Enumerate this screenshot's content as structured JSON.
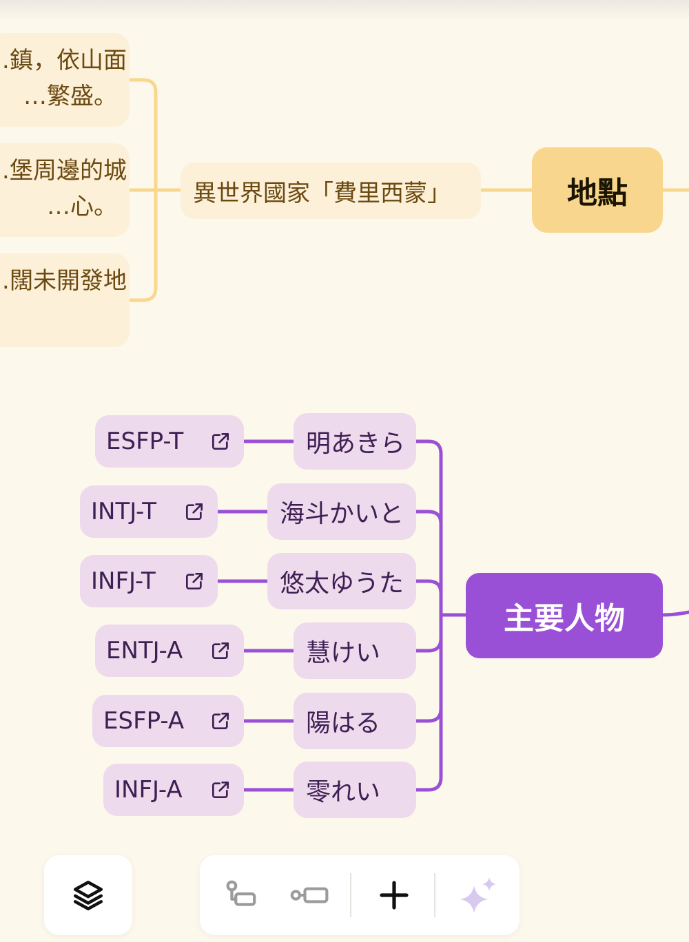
{
  "location": {
    "root_label": "地點",
    "mid_label": "異世界國家「費里西蒙」",
    "leaves": [
      {
        "line1": "…鎮，依山面",
        "line2": "…繁盛。"
      },
      {
        "line1": "…堡周邊的城",
        "line2": "…心。"
      },
      {
        "line1": "…闊未開發地",
        "line2": ""
      }
    ]
  },
  "characters": {
    "root_label": "主要人物",
    "items": [
      {
        "name": "明あきら",
        "mbti": "ESFP-T"
      },
      {
        "name": "海斗かいと",
        "mbti": "INTJ-T"
      },
      {
        "name": "悠太ゆうた",
        "mbti": "INFJ-T"
      },
      {
        "name": "慧けい",
        "mbti": "ENTJ-A"
      },
      {
        "name": "陽はる",
        "mbti": "ESFP-A"
      },
      {
        "name": "零れい",
        "mbti": "INFJ-A"
      }
    ]
  },
  "toolbar": {
    "icons": [
      "layers-icon",
      "add-child-icon",
      "add-sibling-icon",
      "plus-icon",
      "ai-sparkle-icon"
    ]
  },
  "colors": {
    "background": "#fdf8ec",
    "location_root": "#f9d68d",
    "location_node": "#fdf0d8",
    "location_line": "#f8d88e",
    "character_root": "#9a4fd7",
    "character_node": "#eddaec",
    "character_line": "#9a4fd7"
  }
}
